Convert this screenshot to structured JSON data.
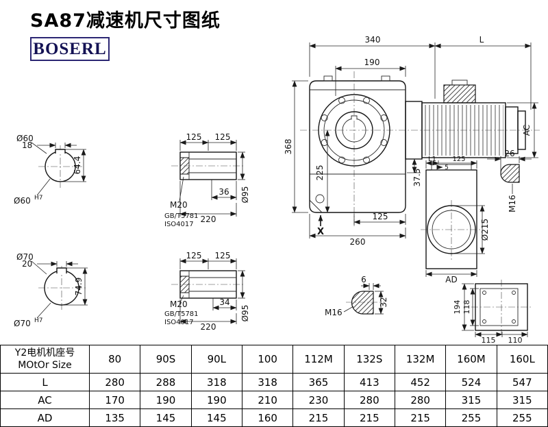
{
  "page": {
    "title": "SA87减速机尺寸图纸",
    "brand": "BOSERL"
  },
  "colors": {
    "brand_border": "#2b2673",
    "brand_text": "#141254",
    "line": "#151515"
  },
  "views": {
    "shaft_end_top": {
      "label": "Ø60",
      "key_width": "18",
      "total_height": "64.4",
      "bore": "Ø60",
      "bore_tol": "H7"
    },
    "shaft_end_bottom": {
      "label": "Ø70",
      "key_width": "20",
      "total_height": "74.9",
      "bore": "Ø70",
      "bore_tol": "H7"
    },
    "shaft_side_top": {
      "dim_left": "125",
      "dim_right": "125",
      "thread": "M20",
      "std1": "GB/T5781",
      "std2": "ISO4017",
      "key_len": "36",
      "total_len": "220",
      "dia": "Ø95"
    },
    "shaft_side_bottom": {
      "dim_left": "125",
      "dim_right": "125",
      "thread": "M20",
      "std1": "GB/T5781",
      "std2": "ISO4017",
      "key_len": "34",
      "total_len": "220",
      "dia": "Ø95"
    },
    "main": {
      "top_width": "340",
      "motor_len": "L",
      "flange_width": "190",
      "height": "368",
      "axis_height": "225",
      "step": "37.5",
      "half_width": "125",
      "base_width": "260",
      "mark": "X",
      "motor_dia": "AC"
    },
    "plug_detail": {
      "len": "26",
      "thread": "M16"
    },
    "side_view": {
      "l1": "L1",
      "flange_len": "125",
      "step": "5",
      "flange_dia": "Ø215",
      "width": "AD"
    },
    "key_detail": {
      "depth": "6",
      "width": "32",
      "thread": "M16"
    },
    "back_view": {
      "height": "194",
      "inner_height": "118",
      "foot_left": "115",
      "foot_right": "110"
    }
  },
  "table": {
    "header_line1": "Y2电机机座号",
    "header_line2": "MOtOr Size",
    "columns": [
      "80",
      "90S",
      "90L",
      "100",
      "112M",
      "132S",
      "132M",
      "160M",
      "160L"
    ],
    "rows": [
      {
        "label": "L",
        "values": [
          "280",
          "288",
          "318",
          "318",
          "365",
          "413",
          "452",
          "524",
          "547"
        ]
      },
      {
        "label": "AC",
        "values": [
          "170",
          "190",
          "190",
          "210",
          "230",
          "280",
          "280",
          "315",
          "315"
        ]
      },
      {
        "label": "AD",
        "values": [
          "135",
          "145",
          "145",
          "160",
          "215",
          "215",
          "215",
          "255",
          "255"
        ]
      }
    ]
  }
}
